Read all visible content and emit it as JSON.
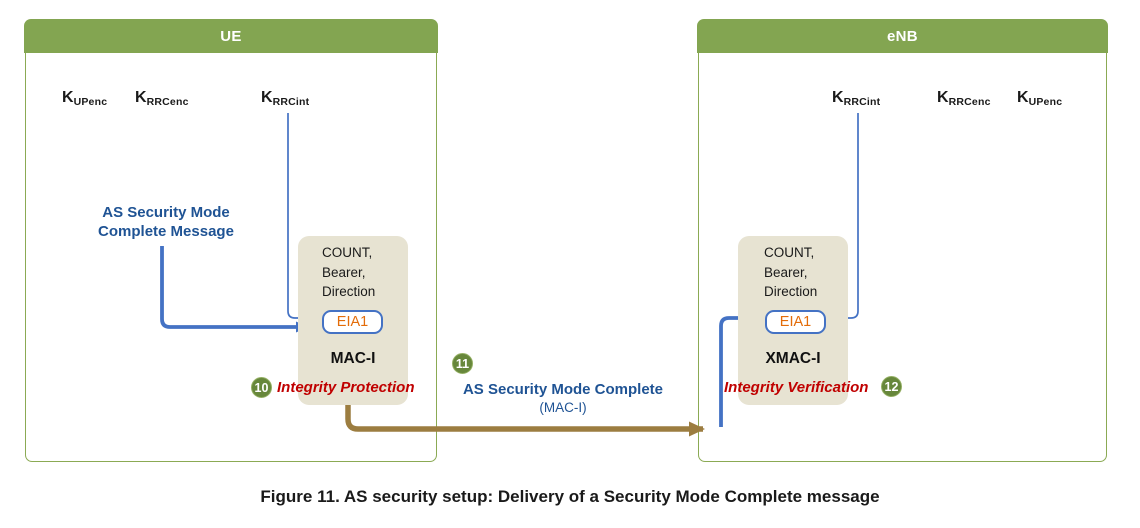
{
  "caption": "Figure 11. AS security setup: Delivery of a Security Mode Complete message",
  "colors": {
    "header_green": "#83A551",
    "box_border_green": "#8BAA54",
    "panel_beige": "#E7E3D2",
    "line_blue": "#4472C4",
    "text_blue": "#1F5394",
    "algorithm_orange": "#E36C09",
    "step_red": "#C00000",
    "transfer_brown": "#9C7D40",
    "badge_green": "#67873B"
  },
  "ue": {
    "title": "UE",
    "keys": [
      {
        "base": "K",
        "sub": "UPenc"
      },
      {
        "base": "K",
        "sub": "RRCenc"
      },
      {
        "base": "K",
        "sub": "RRCint"
      }
    ],
    "message": {
      "line1": "AS Security Mode",
      "line2": "Complete Message"
    },
    "params": {
      "line1": "COUNT,",
      "line2": "Bearer,",
      "line3": "Direction"
    },
    "algorithm": "EIA1",
    "output": "MAC-I",
    "step": {
      "badge": "10",
      "label": "Integrity Protection"
    }
  },
  "transfer": {
    "step_badge": "11",
    "label": "AS Security Mode Complete",
    "sublabel": "(MAC-I)"
  },
  "enb": {
    "title": "eNB",
    "keys": [
      {
        "base": "K",
        "sub": "RRCint"
      },
      {
        "base": "K",
        "sub": "RRCenc"
      },
      {
        "base": "K",
        "sub": "UPenc"
      }
    ],
    "params": {
      "line1": "COUNT,",
      "line2": "Bearer,",
      "line3": "Direction"
    },
    "algorithm": "EIA1",
    "output": "XMAC-I",
    "step": {
      "badge": "12",
      "label": "Integrity Verification"
    }
  }
}
